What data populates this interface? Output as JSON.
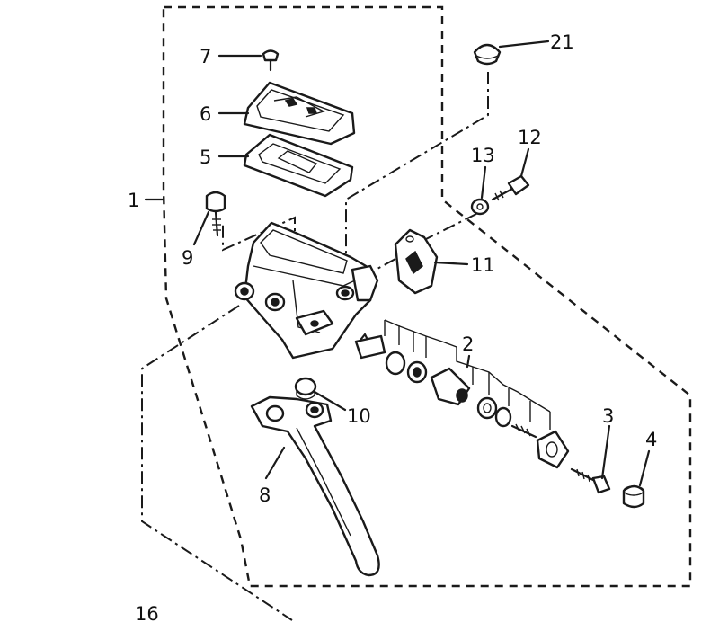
{
  "callouts": {
    "c1": "1",
    "c2": "2",
    "c3": "3",
    "c4": "4",
    "c5": "5",
    "c6": "6",
    "c7": "7",
    "c8": "8",
    "c9": "9",
    "c10": "10",
    "c11": "11",
    "c12": "12",
    "c13": "13",
    "c16": "16",
    "c21": "21"
  }
}
